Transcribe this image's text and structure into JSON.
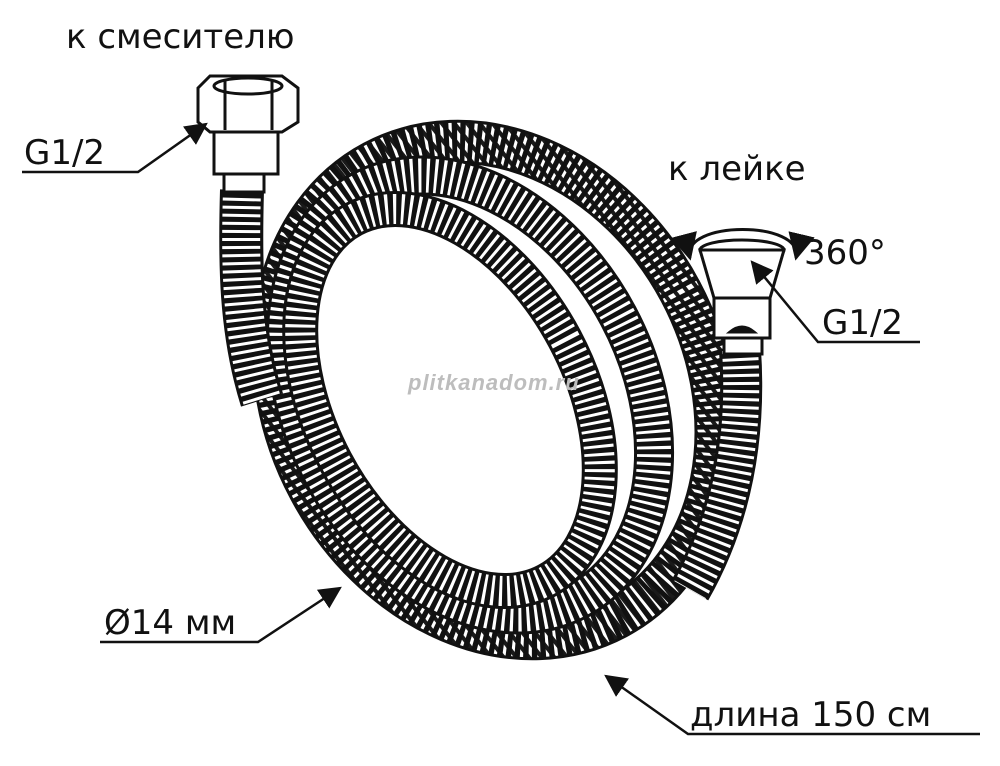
{
  "labels": {
    "to_mixer": "к смесителю",
    "thread_left": "G1/2",
    "to_shower": "к лейке",
    "rotation": "360°",
    "thread_right": "G1/2",
    "diameter": "Ø14 мм",
    "length": "длина 150 см"
  },
  "watermark": "plitkanadom.ru",
  "colors": {
    "line": "#111111",
    "background": "#ffffff",
    "watermark": "#bdbdbd"
  }
}
